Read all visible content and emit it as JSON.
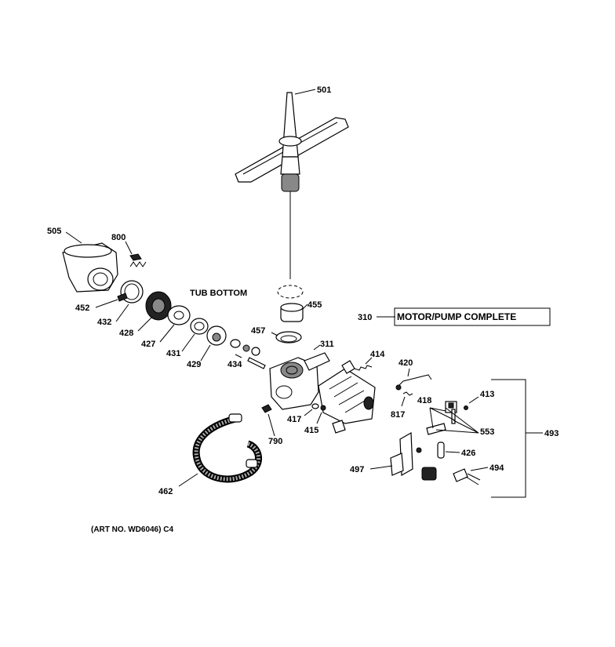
{
  "labels": {
    "p501": "501",
    "p505": "505",
    "p800": "800",
    "tub_bottom": "TUB BOTTOM",
    "p455": "455",
    "p310": "310",
    "motor_pump": "MOTOR/PUMP COMPLETE",
    "p452": "452",
    "p432": "432",
    "p428": "428",
    "p427": "427",
    "p431": "431",
    "p429": "429",
    "p434": "434",
    "p457": "457",
    "p311": "311",
    "p414": "414",
    "p420": "420",
    "p413": "413",
    "p418": "418",
    "p817": "817",
    "p417": "417",
    "p415": "415",
    "p553": "553",
    "p493": "493",
    "p790": "790",
    "p426": "426",
    "p497": "497",
    "p494": "494",
    "p462": "462"
  },
  "art_no": "(ART NO. WD6046) C4"
}
